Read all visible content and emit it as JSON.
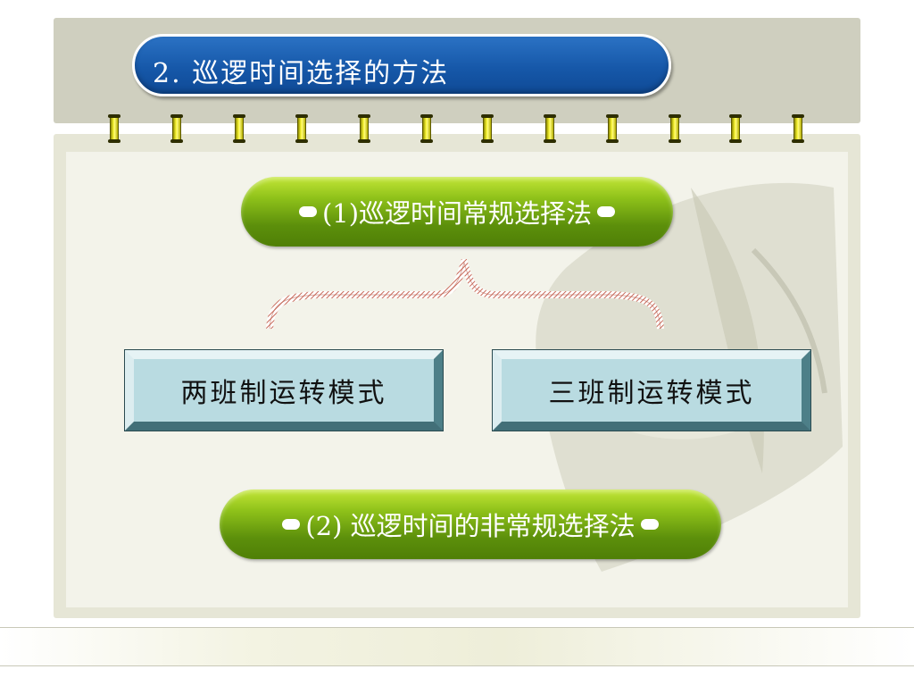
{
  "slide": {
    "title": "2. 巡逻时间选择的方法",
    "method_1": "(1)巡逻时间常规选择法",
    "mode_left": "两班制运转模式",
    "mode_right": "三班制运转模式",
    "method_2": "(2) 巡逻时间的非常规选择法"
  },
  "colors": {
    "title_blue": "#1658a9",
    "pill_green": "#8fc21a",
    "box_blue": "#b9dbe1",
    "brace_red": "#c86a5a",
    "ring_yellow": "#f8f433"
  },
  "icons": [
    "binder-ring-icon",
    "pill-dot-icon",
    "brace-connector"
  ]
}
